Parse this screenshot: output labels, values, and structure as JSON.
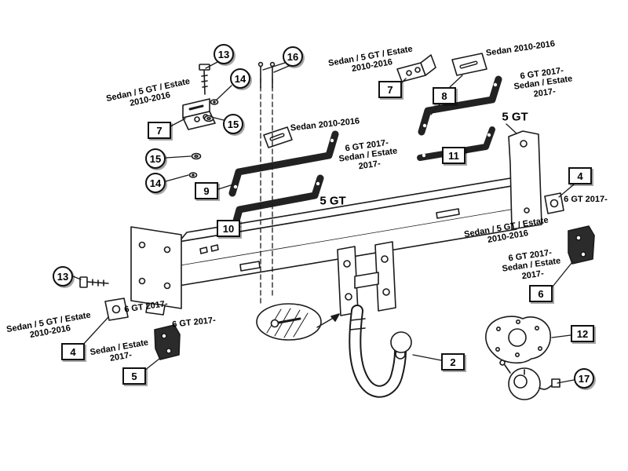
{
  "diagram": {
    "type": "towbar-exploded-parts-diagram",
    "background": "#ffffff",
    "line_color": "#1a1a1a",
    "callouts": [
      {
        "num": "13"
      },
      {
        "num": "14"
      },
      {
        "num": "16"
      },
      {
        "num": "15"
      },
      {
        "num": "7"
      },
      {
        "num": "15"
      },
      {
        "num": "14"
      },
      {
        "num": "9"
      },
      {
        "num": "10"
      },
      {
        "num": "7"
      },
      {
        "num": "8"
      },
      {
        "num": "11"
      },
      {
        "num": "4"
      },
      {
        "num": "6"
      },
      {
        "num": "13"
      },
      {
        "num": "4"
      },
      {
        "num": "5"
      },
      {
        "num": "2"
      },
      {
        "num": "12"
      },
      {
        "num": "17"
      }
    ],
    "labels": [
      {
        "lines": [
          "Sedan / 5 GT / Estate",
          "2010-2016"
        ]
      },
      {
        "lines": [
          "Sedan / 5 GT / Estate",
          "2010-2016"
        ]
      },
      {
        "lines": [
          "Sedan 2010-2016"
        ]
      },
      {
        "lines": [
          "6 GT 2017-",
          "Sedan / Estate",
          "2017-"
        ]
      },
      {
        "lines": [
          "Sedan 2010-2016"
        ]
      },
      {
        "lines": [
          "6 GT 2017-",
          "Sedan / Estate",
          "2017-"
        ]
      },
      {
        "lines": [
          "5 GT"
        ]
      },
      {
        "lines": [
          "5 GT"
        ]
      },
      {
        "lines": [
          "6 GT 2017-"
        ]
      },
      {
        "lines": [
          "Sedan / 5 GT / Estate",
          "2010-2016"
        ]
      },
      {
        "lines": [
          "6 GT 2017-",
          "Sedan / Estate",
          "2017-"
        ]
      },
      {
        "lines": [
          "Sedan / 5 GT / Estate",
          "2010-2016"
        ]
      },
      {
        "lines": [
          "6 GT 2017-"
        ]
      },
      {
        "lines": [
          "Sedan / Estate",
          "2017-"
        ]
      },
      {
        "lines": [
          "6 GT 2017-"
        ]
      }
    ]
  }
}
